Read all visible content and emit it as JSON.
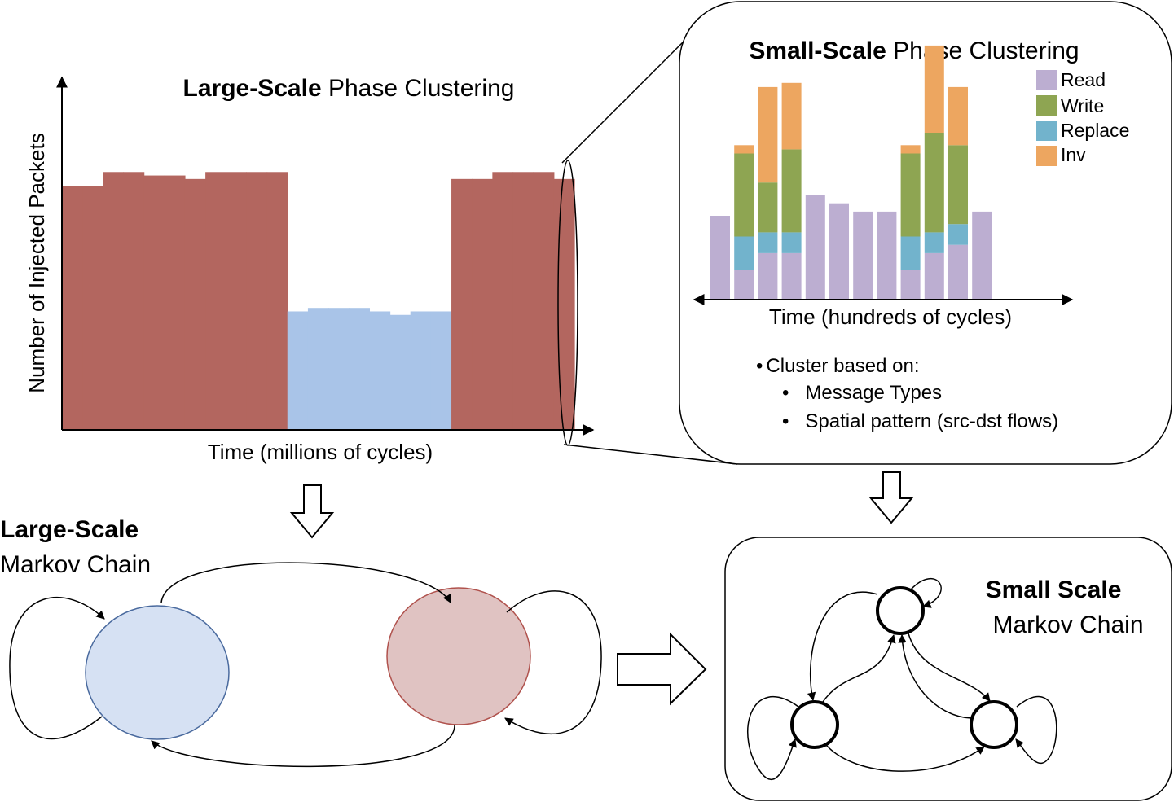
{
  "large_panel": {
    "title_bold": "Large-Scale",
    "title_rest": " Phase Clustering",
    "ylabel": "Number of Injected Packets",
    "xlabel": "Time (millions of cycles)",
    "colors": {
      "high_phase": "#b3665f",
      "low_phase": "#a9c4e8"
    }
  },
  "small_panel": {
    "title_bold": "Small-Scale",
    "title_rest": " Phase Clustering",
    "xlabel": "Time (hundreds of cycles)",
    "legend": [
      {
        "label": "Read",
        "color": "#bcaed1"
      },
      {
        "label": "Write",
        "color": "#8ea552"
      },
      {
        "label": "Replace",
        "color": "#72b3cc"
      },
      {
        "label": "Inv",
        "color": "#eda660"
      }
    ],
    "bullet_main": "Cluster based on:",
    "bullets": [
      "Message Types",
      "Spatial pattern (src-dst flows)"
    ]
  },
  "large_markov": {
    "title_bold": "Large-Scale",
    "title_rest": "Markov Chain",
    "colors": {
      "state_low": "#d6e1f3",
      "state_low_stroke": "#4a6a9e",
      "state_high": "#e0c3c2",
      "state_high_stroke": "#b0524d"
    }
  },
  "small_markov": {
    "title_bold": "Small Scale",
    "title_rest": "Markov Chain"
  },
  "chart_data": [
    {
      "type": "bar",
      "title": "Large-Scale Phase Clustering",
      "xlabel": "Time (millions of cycles)",
      "ylabel": "Number of Injected Packets",
      "series": [
        {
          "phase": "high",
          "values": [
            0.7,
            0.7,
            0.74,
            0.74,
            0.73,
            0.73,
            0.72,
            0.74,
            0.74,
            0.74,
            0.74
          ]
        },
        {
          "phase": "low",
          "values": [
            0.34,
            0.35,
            0.35,
            0.35,
            0.34,
            0.33,
            0.34,
            0.34
          ]
        },
        {
          "phase": "high",
          "values": [
            0.72,
            0.72,
            0.74,
            0.74,
            0.74,
            0.72
          ]
        }
      ]
    },
    {
      "type": "bar",
      "title": "Small-Scale Phase Clustering",
      "xlabel": "Time (hundreds of cycles)",
      "stacked": true,
      "series": [
        {
          "name": "Read",
          "values": [
            10,
            3.5,
            5.5,
            5.5,
            12.5,
            11.5,
            10.5,
            10.5,
            3.5,
            5.5,
            6.5,
            10.5
          ]
        },
        {
          "name": "Replace",
          "values": [
            0,
            4,
            2.5,
            2.5,
            0,
            0,
            0,
            0,
            4,
            2.5,
            2.5,
            0
          ]
        },
        {
          "name": "Write",
          "values": [
            0,
            10,
            6,
            10,
            0,
            0,
            0,
            0,
            10,
            12,
            9.5,
            0
          ]
        },
        {
          "name": "Inv",
          "values": [
            0,
            1,
            11.5,
            8,
            0,
            0,
            0,
            0,
            1,
            10.5,
            7,
            0
          ]
        }
      ]
    }
  ]
}
